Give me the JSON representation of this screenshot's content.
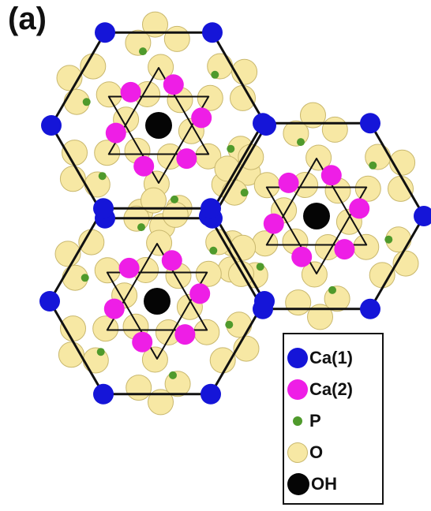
{
  "panel_label": "(a)",
  "colors": {
    "ca1": "#1515d8",
    "ca2": "#ee1ee6",
    "p": "#4f9a2c",
    "o": "#f7e8a4",
    "o_stroke": "#c9b86e",
    "oh": "#050505",
    "frame": "#111111"
  },
  "legend": {
    "items": [
      {
        "key": "ca1",
        "label": "Ca(1)"
      },
      {
        "key": "ca2",
        "label": "Ca(2)"
      },
      {
        "key": "p",
        "label": "P"
      },
      {
        "key": "o",
        "label": "O"
      },
      {
        "key": "oh",
        "label": "OH"
      }
    ]
  }
}
